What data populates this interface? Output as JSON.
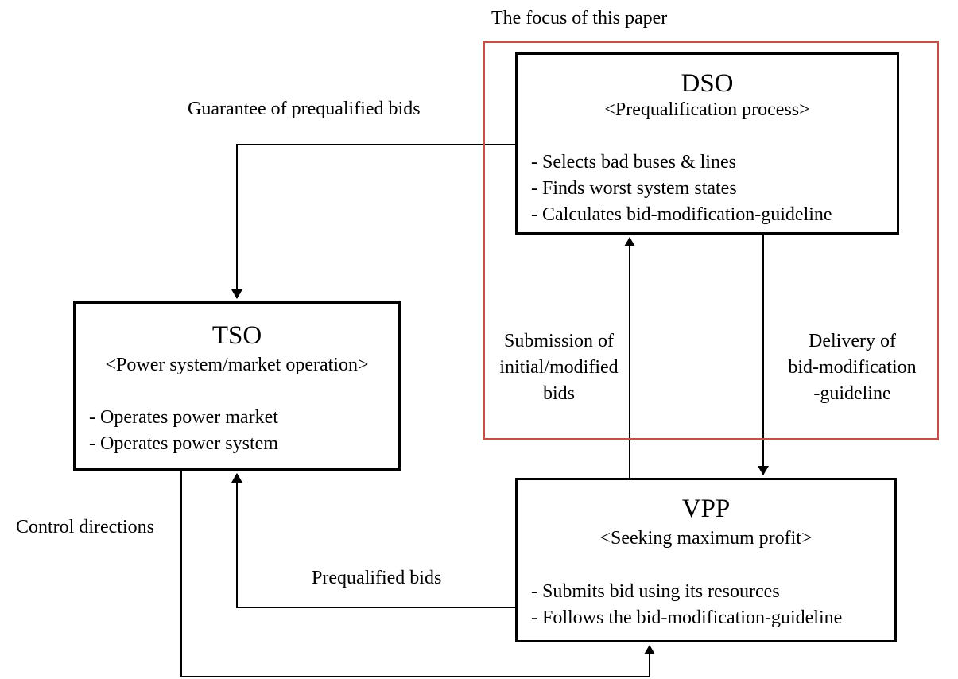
{
  "focus": {
    "label": "The focus of this paper",
    "frame_color": "#c0504d"
  },
  "dso": {
    "title": "DSO",
    "subtitle": "<Prequalification process>",
    "bullets": [
      "- Selects bad buses & lines",
      "- Finds worst system states",
      "- Calculates bid-modification-guideline"
    ]
  },
  "tso": {
    "title": "TSO",
    "subtitle": "<Power system/market operation>",
    "bullets": [
      "- Operates power market",
      "- Operates power system"
    ]
  },
  "vpp": {
    "title": "VPP",
    "subtitle": "<Seeking maximum profit>",
    "bullets": [
      "- Submits bid using its resources",
      "- Follows the bid-modification-guideline"
    ]
  },
  "edges": {
    "guarantee": "Guarantee of prequalified bids",
    "control": "Control directions",
    "prequalified": "Prequalified bids",
    "submission": [
      "Submission of",
      "initial/modified",
      "bids"
    ],
    "delivery": [
      "Delivery of",
      "bid-modification",
      "-guideline"
    ]
  }
}
